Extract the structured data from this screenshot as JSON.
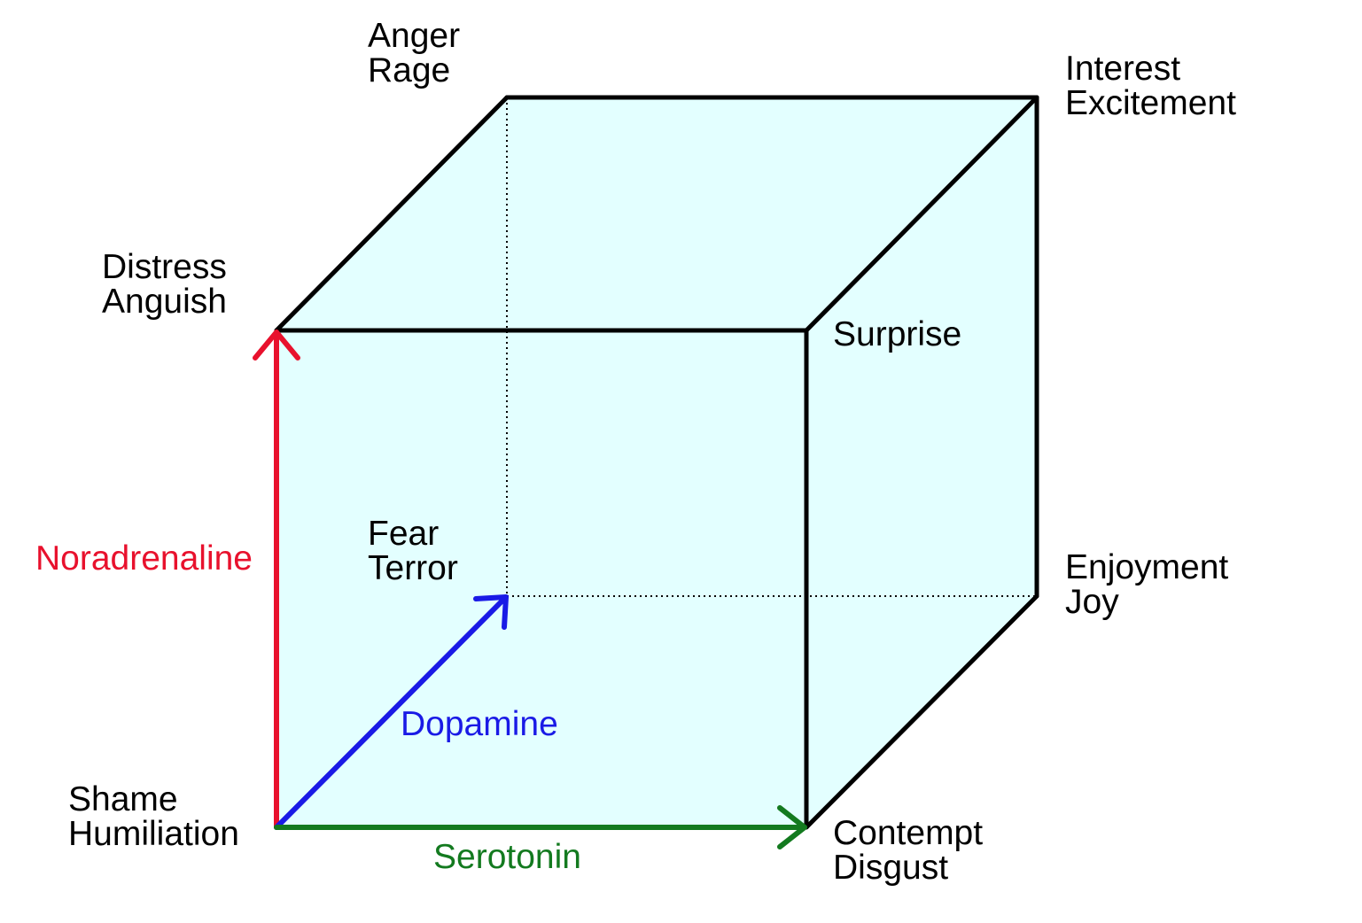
{
  "colors": {
    "fill": "#e3ffff",
    "edge": "#000000",
    "noradrenaline": "#e8112d",
    "dopamine": "#1a1ae6",
    "serotonin": "#137a1f",
    "text": "#000000"
  },
  "corners": {
    "anger_rage": [
      "Anger",
      "Rage"
    ],
    "interest_excitement": [
      "Interest",
      "Excitement"
    ],
    "distress_anguish": [
      "Distress",
      "Anguish"
    ],
    "surprise": [
      "Surprise"
    ],
    "fear_terror": [
      "Fear",
      "Terror"
    ],
    "enjoyment_joy": [
      "Enjoyment",
      "Joy"
    ],
    "shame_humiliation": [
      "Shame",
      "Humiliation"
    ],
    "contempt_disgust": [
      "Contempt",
      "Disgust"
    ]
  },
  "axes": {
    "noradrenaline": "Noradrenaline",
    "dopamine": "Dopamine",
    "serotonin": "Serotonin"
  }
}
